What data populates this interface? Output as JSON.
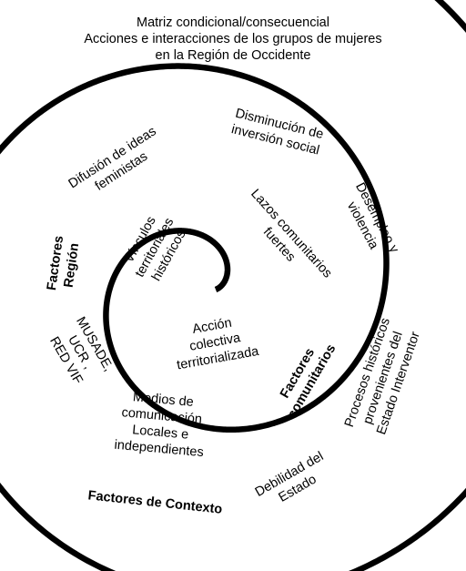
{
  "title": {
    "line1": "Matriz condicional/consecuencial",
    "line2": "Acciones e interacciones de los grupos de mujeres",
    "line3": "en la Región de Occidente"
  },
  "labels": {
    "disminucion": [
      "Disminución de",
      "inversión social"
    ],
    "difusion": [
      "Difusión de ideas",
      "feministas"
    ],
    "desempleo": [
      "Desempleo y",
      "violencia"
    ],
    "lazos": [
      "Lazos comunitarios",
      "fuertes"
    ],
    "vinculos": [
      "Vínculos",
      "territoriales",
      "históricos"
    ],
    "factores_region": [
      "Factores",
      "Región"
    ],
    "musade": [
      "MUSADE,",
      "UCR ,",
      "RED VIF"
    ],
    "accion": [
      "Acción",
      "colectiva",
      "territorializada"
    ],
    "factores_comunitarios": [
      "Factores",
      "comunitarios"
    ],
    "procesos": [
      "Procesos históricos",
      "provenientes del",
      "Estado Interventor"
    ],
    "medios": [
      "Medios de",
      "comunicación",
      "Locales e",
      "independientes"
    ],
    "debilidad": [
      "Debilidad del",
      "Estado"
    ],
    "factores_contexto": "Factores de Contexto"
  }
}
